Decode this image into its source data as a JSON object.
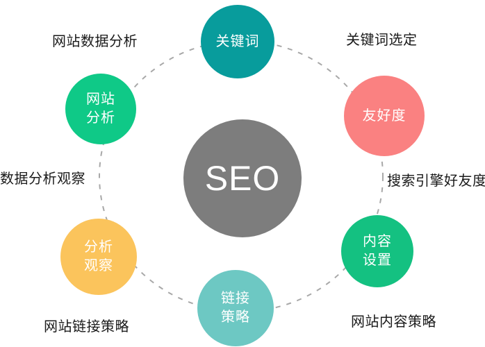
{
  "colors": {
    "background": "#ffffff",
    "ring": "#a8a8a8",
    "node_text": "#ffffff",
    "label_text": "#1a1a1a"
  },
  "center": {
    "label": "SEO",
    "color": "#7d7d7d"
  },
  "nodes": [
    {
      "id": "keywords",
      "lines": [
        "关键词"
      ],
      "color": "#089c9c"
    },
    {
      "id": "friendliness",
      "lines": [
        "友好度"
      ],
      "color": "#fa8181"
    },
    {
      "id": "content-settings",
      "lines": [
        "内容",
        "设置"
      ],
      "color": "#14c181"
    },
    {
      "id": "link-strategy",
      "lines": [
        "链接",
        "策略"
      ],
      "color": "#6dc8c3"
    },
    {
      "id": "analysis-observation",
      "lines": [
        "分析",
        "观察"
      ],
      "color": "#fbc45c"
    },
    {
      "id": "site-analysis",
      "lines": [
        "网站",
        "分析"
      ],
      "color": "#0fc987"
    }
  ],
  "outer_labels": [
    {
      "id": "website-data-analysis",
      "text": "网站数据分析"
    },
    {
      "id": "keyword-selection",
      "text": "关键词选定"
    },
    {
      "id": "search-engine-friendliness",
      "text": "搜索引擎好友度"
    },
    {
      "id": "website-content-strategy",
      "text": "网站内容策略"
    },
    {
      "id": "website-link-strategy",
      "text": "网站链接策略"
    },
    {
      "id": "data-analysis-observation",
      "text": "数据分析观察"
    }
  ]
}
